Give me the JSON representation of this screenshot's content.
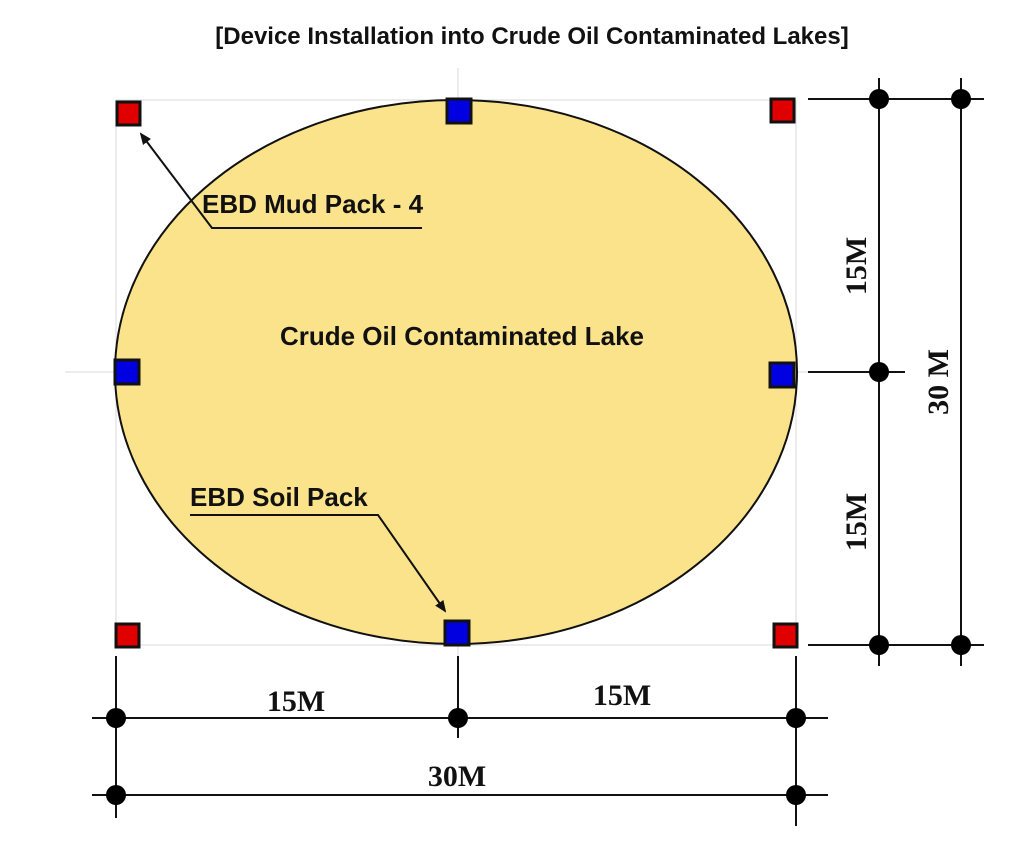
{
  "title": "[Device Installation into Crude Oil Contaminated Lakes]",
  "lake": {
    "label": "Crude Oil Contaminated Lake",
    "fill": "#fbe38c",
    "stroke": "#111111"
  },
  "callouts": {
    "mud_pack": "EBD Mud Pack - 4",
    "soil_pack": "EBD Soil Pack"
  },
  "markers": {
    "mud_pack_color": "#e00000",
    "soil_pack_color": "#0000e0"
  },
  "dimensions": {
    "bottom_left": "15M",
    "bottom_right": "15M",
    "bottom_total": "30M",
    "right_upper": "15M",
    "right_lower": "15M",
    "right_total": "30 M"
  }
}
